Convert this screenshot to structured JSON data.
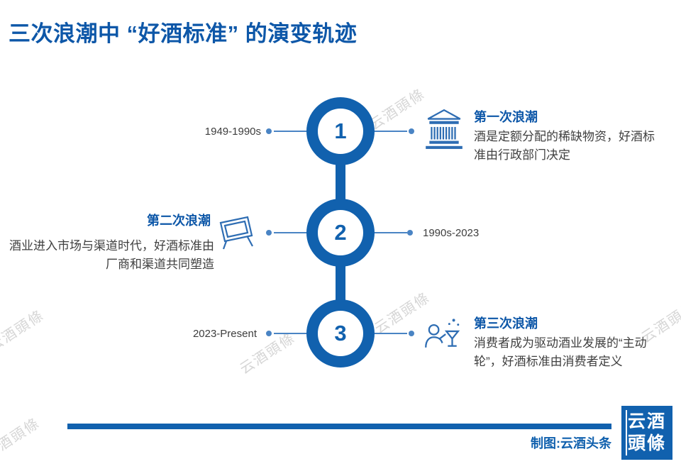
{
  "title": "三次浪潮中 “好酒标准” 的演变轨迹",
  "watermark_text": "云酒頭條",
  "nodes": [
    {
      "number": "1",
      "date": "1949-1990s",
      "heading": "第一次浪潮",
      "desc": "酒是定额分配的稀缺物资，好酒标准由行政部门决定",
      "icon": "government-building-icon"
    },
    {
      "number": "2",
      "date": "1990s-2023",
      "heading": "第二次浪潮",
      "desc": "酒业进入市场与渠道时代，好酒标准由厂商和渠道共同塑造",
      "icon": "market-sign-icon"
    },
    {
      "number": "3",
      "date": "2023-Present",
      "heading": "第三次浪潮",
      "desc": "消费者成为驱动酒业发展的“主动轮”，好酒标准由消费者定义",
      "icon": "consumer-icon"
    }
  ],
  "footer": {
    "credit": "制图:云酒头条",
    "logo_top": "云酒",
    "logo_bottom": "頭條"
  },
  "colors": {
    "accent": "#1161ae",
    "title_blue": "#0d57a8",
    "body_text": "#404040",
    "watermark_gray": "#d6d6d6"
  }
}
